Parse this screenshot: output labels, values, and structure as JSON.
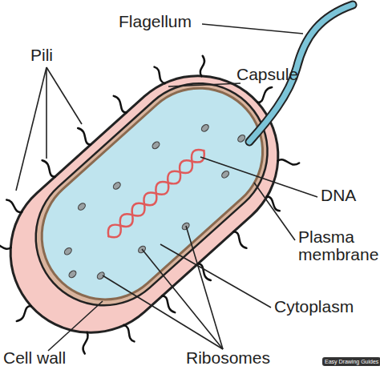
{
  "diagram": {
    "labels": [
      "Flagellum",
      "Pili",
      "Capsule",
      "DNA",
      "Plasma membrane",
      "Cytoplasm",
      "Cell wall",
      "Ribosomes",
      "Easy Drawing Guides"
    ]
  }
}
